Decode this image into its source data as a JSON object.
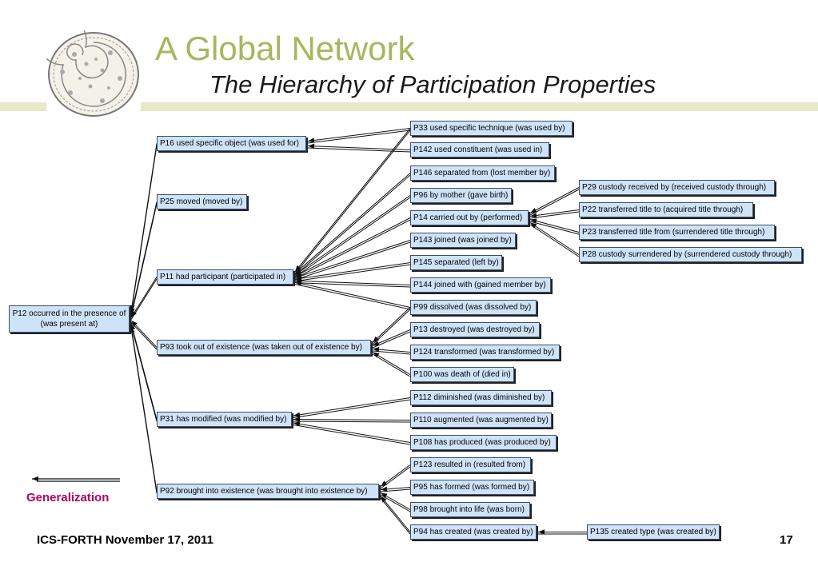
{
  "header": {
    "title": "A Global Network",
    "subtitle": "The Hierarchy of Participation Properties"
  },
  "logo": {
    "icon": "phaistos-disc-icon"
  },
  "nodes": {
    "p12": "P12 occurred in the presence of (was present at)",
    "p16": "P16 used specific object (was used for)",
    "p25": "P25 moved (moved by)",
    "p11": "P11 had participant (participated in)",
    "p93": "P93 took out of existence (was taken out of existence by)",
    "p31": "P31 has modified (was modified by)",
    "p92": "P92 brought into existence (was brought into existence by)",
    "p33": "P33 used specific technique (was used by)",
    "p142": "P142 used constituent (was used in)",
    "p146": "P146 separated from (lost member by)",
    "p96": "P96 by mother (gave birth)",
    "p14": "P14 carried out by (performed)",
    "p143": "P143 joined (was joined by)",
    "p145": "P145 separated (left by)",
    "p144": "P144 joined with (gained member by)",
    "p99": "P99 dissolved (was dissolved by)",
    "p13": "P13 destroyed (was destroyed by)",
    "p124": "P124 transformed (was transformed by)",
    "p100": "P100 was death of (died in)",
    "p112": "P112 diminished (was diminished by)",
    "p110": "P110 augmented (was augmented by)",
    "p108": "P108 has produced (was produced by)",
    "p123": "P123 resulted in (resulted from)",
    "p95": "P95 has formed (was formed by)",
    "p98": "P98 brought into life (was born)",
    "p94": "P94 has created (was created by)",
    "p29": "P29 custody received by (received custody through)",
    "p22": "P22 transferred title to (acquired title through)",
    "p23": "P23 transferred title from (surrendered title through)",
    "p28": "P28 custody surrendered by (surrendered custody through)",
    "p135": "P135 created type (was created by)"
  },
  "edges": [
    [
      "p16",
      "p12"
    ],
    [
      "p25",
      "p12"
    ],
    [
      "p11",
      "p12"
    ],
    [
      "p93",
      "p12"
    ],
    [
      "p31",
      "p12"
    ],
    [
      "p92",
      "p12"
    ],
    [
      "p33",
      "p16"
    ],
    [
      "p142",
      "p16"
    ],
    [
      "p33",
      "p11"
    ],
    [
      "p146",
      "p11"
    ],
    [
      "p96",
      "p11"
    ],
    [
      "p14",
      "p11"
    ],
    [
      "p143",
      "p11"
    ],
    [
      "p145",
      "p11"
    ],
    [
      "p144",
      "p11"
    ],
    [
      "p99",
      "p11"
    ],
    [
      "p99",
      "p93"
    ],
    [
      "p13",
      "p93"
    ],
    [
      "p124",
      "p93"
    ],
    [
      "p100",
      "p93"
    ],
    [
      "p112",
      "p31"
    ],
    [
      "p110",
      "p31"
    ],
    [
      "p108",
      "p31"
    ],
    [
      "p123",
      "p92"
    ],
    [
      "p95",
      "p92"
    ],
    [
      "p98",
      "p92"
    ],
    [
      "p94",
      "p92"
    ],
    [
      "p29",
      "p14"
    ],
    [
      "p22",
      "p14"
    ],
    [
      "p23",
      "p14"
    ],
    [
      "p28",
      "p14"
    ],
    [
      "p135",
      "p94"
    ]
  ],
  "legend": {
    "label": "Generalization"
  },
  "footer": {
    "text": "ICS-FORTH November 17, 2011",
    "page": "17"
  }
}
